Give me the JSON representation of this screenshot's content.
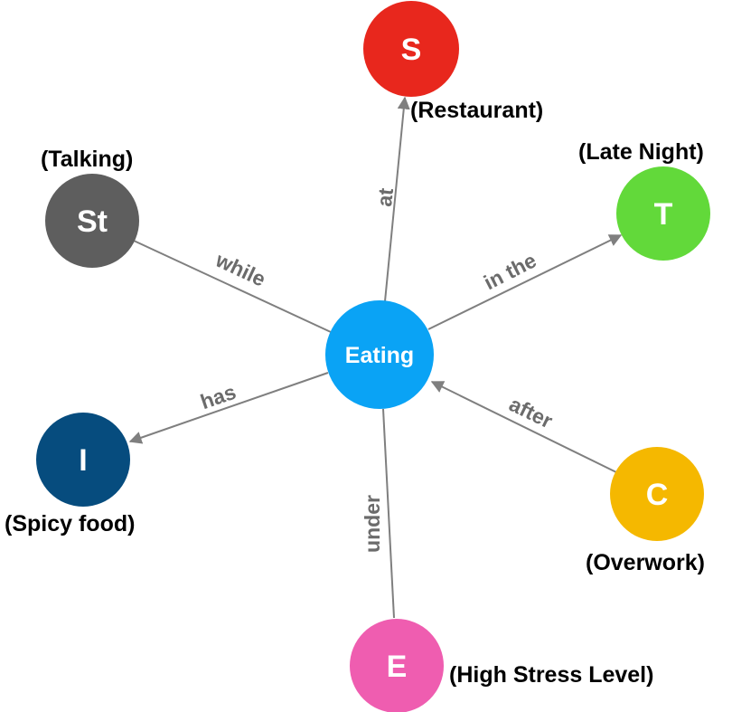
{
  "center": {
    "label": "Eating",
    "color": "#0aa3f5"
  },
  "nodes": {
    "s": {
      "letter": "S",
      "caption": "(Restaurant)",
      "edge_label": "at",
      "color": "#e8271d"
    },
    "t": {
      "letter": "T",
      "caption": "(Late Night)",
      "edge_label": "in the",
      "color": "#62d93a"
    },
    "c": {
      "letter": "C",
      "caption": "(Overwork)",
      "edge_label": "after",
      "color": "#f5b800"
    },
    "e": {
      "letter": "E",
      "caption": "(High Stress Level)",
      "edge_label": "under",
      "color": "#ef5db0"
    },
    "i": {
      "letter": "I",
      "caption": "(Spicy food)",
      "edge_label": "has",
      "color": "#064c7e"
    },
    "st": {
      "letter": "St",
      "caption": "(Talking)",
      "edge_label": "while",
      "color": "#5e5e5e"
    }
  }
}
